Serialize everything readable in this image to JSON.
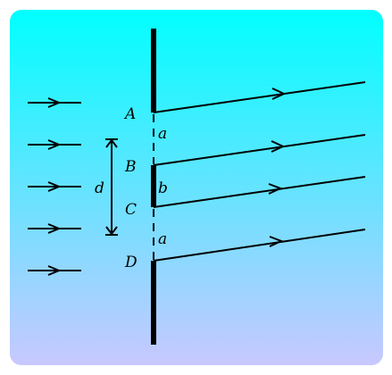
{
  "labels": {
    "A": "A",
    "B": "B",
    "C": "C",
    "D": "D",
    "a_upper": "a",
    "b": "b",
    "a_lower": "a",
    "d": "d"
  },
  "colors": {
    "gradient_top": "#00ffff",
    "gradient_bottom": "#c8c8ff",
    "ink": "#000000"
  }
}
